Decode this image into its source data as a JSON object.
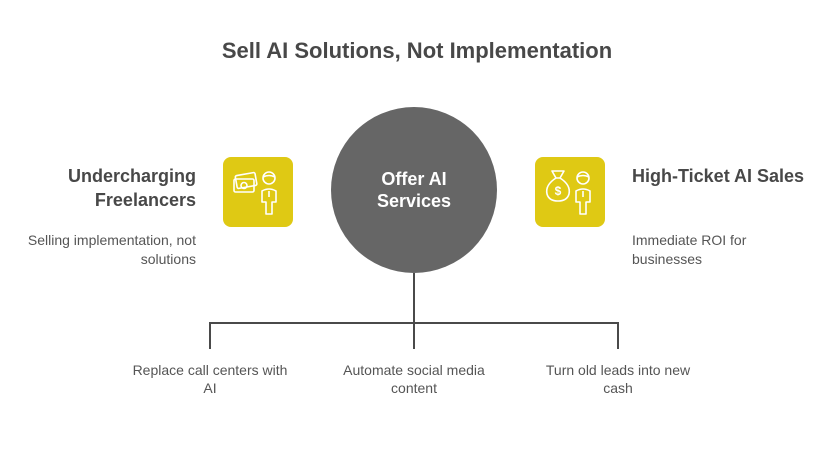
{
  "title": "Sell AI Solutions, Not Implementation",
  "center": {
    "label": "Offer AI Services",
    "color": "#666666"
  },
  "accent_color": "#dfc914",
  "left": {
    "heading": "Undercharging Freelancers",
    "description": "Selling implementation, not solutions",
    "icon": "cash-and-person-icon"
  },
  "right": {
    "heading": "High-Ticket AI Sales",
    "description": "Immediate ROI for businesses",
    "icon": "money-bag-and-person-icon"
  },
  "branches": [
    {
      "label": "Replace call centers with AI"
    },
    {
      "label": "Automate social media content"
    },
    {
      "label": "Turn old leads into new cash"
    }
  ]
}
